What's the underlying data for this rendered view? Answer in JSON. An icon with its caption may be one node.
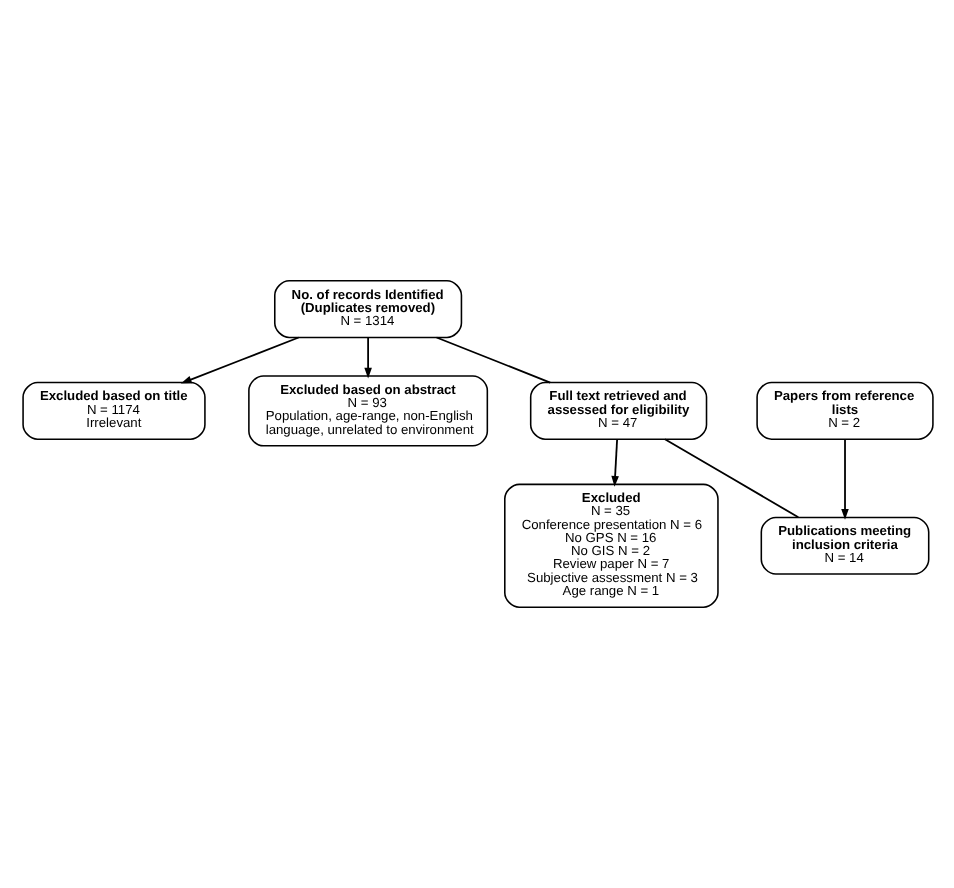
{
  "diagram": {
    "nodes": [
      {
        "text": [
          "No. of records Identified (Duplicates removed)",
          "N = 1314"
        ]
      },
      {
        "text": [
          "Excluded based on title",
          "N = 1174",
          "Irrelevant"
        ]
      },
      {
        "text": [
          "Excluded based on abstract",
          "N = 93",
          "Population, age-range, non-English language, unrelated to environment"
        ]
      },
      {
        "text": [
          "Full text retrieved and assessed for eligibility",
          "N = 47"
        ]
      },
      {
        "text": [
          "Papers from reference lists",
          "N = 2"
        ]
      },
      {
        "text": [
          "Excluded",
          "N = 35",
          "Conference presentation N = 6",
          "No GPS N = 16",
          "No GIS N = 2",
          "Review paper N = 7",
          "Subjective assessment N = 3",
          "Age range N = 1"
        ]
      },
      {
        "text": [
          "Publications meeting inclusion criteria",
          "N = 14"
        ]
      }
    ],
    "edges": [
      {
        "from": 0,
        "to": 1,
        "arrow": "to"
      },
      {
        "from": 0,
        "to": 2,
        "arrow": "to"
      },
      {
        "from": 0,
        "to": 3,
        "arrow": "none"
      },
      {
        "from": 4,
        "to": 6,
        "arrow": "to"
      },
      {
        "from": 3,
        "to": 5,
        "arrow": "to"
      },
      {
        "from": 3,
        "to": 6,
        "arrow": "none"
      }
    ]
  }
}
